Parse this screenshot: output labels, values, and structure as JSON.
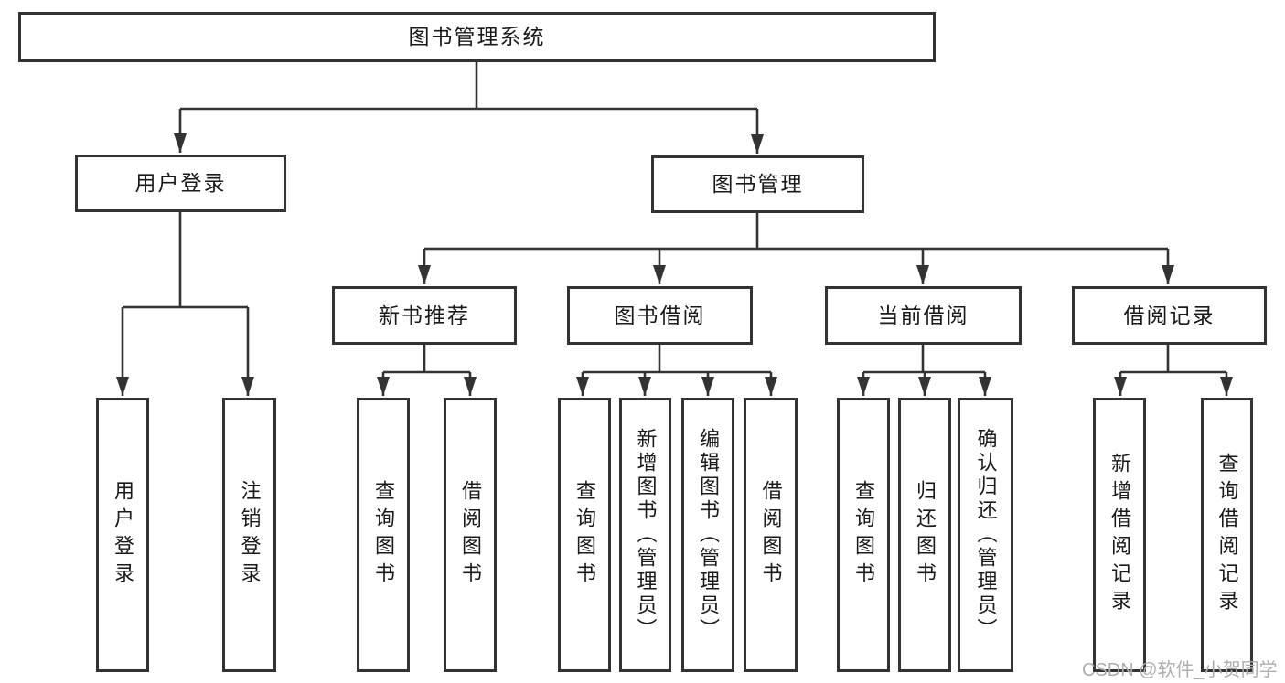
{
  "diagram_type": "hierarchy-tree",
  "colors": {
    "line": "#333333",
    "box_border": "#333333",
    "box_fill": "#ffffff",
    "text": "#1a1a1a",
    "watermark": "#aeaeae",
    "background": "#ffffff"
  },
  "hierarchy": {
    "label": "图书管理系统",
    "children": [
      {
        "label": "用户登录",
        "children": [
          {
            "label": "用户登录"
          },
          {
            "label": "注销登录"
          }
        ]
      },
      {
        "label": "图书管理",
        "children": [
          {
            "label": "新书推荐",
            "children": [
              {
                "label": "查询图书"
              },
              {
                "label": "借阅图书"
              }
            ]
          },
          {
            "label": "图书借阅",
            "children": [
              {
                "label": "查询图书"
              },
              {
                "label": "新增图书（管理员）"
              },
              {
                "label": "编辑图书（管理员）"
              },
              {
                "label": "借阅图书"
              }
            ]
          },
          {
            "label": "当前借阅",
            "children": [
              {
                "label": "查询图书"
              },
              {
                "label": "归还图书"
              },
              {
                "label": "确认归还（管理员）"
              }
            ]
          },
          {
            "label": "借阅记录",
            "children": [
              {
                "label": "新增借阅记录"
              },
              {
                "label": "查询借阅记录"
              }
            ]
          }
        ]
      }
    ]
  },
  "watermark": {
    "text": "CSDN @软件_小贺同学"
  }
}
